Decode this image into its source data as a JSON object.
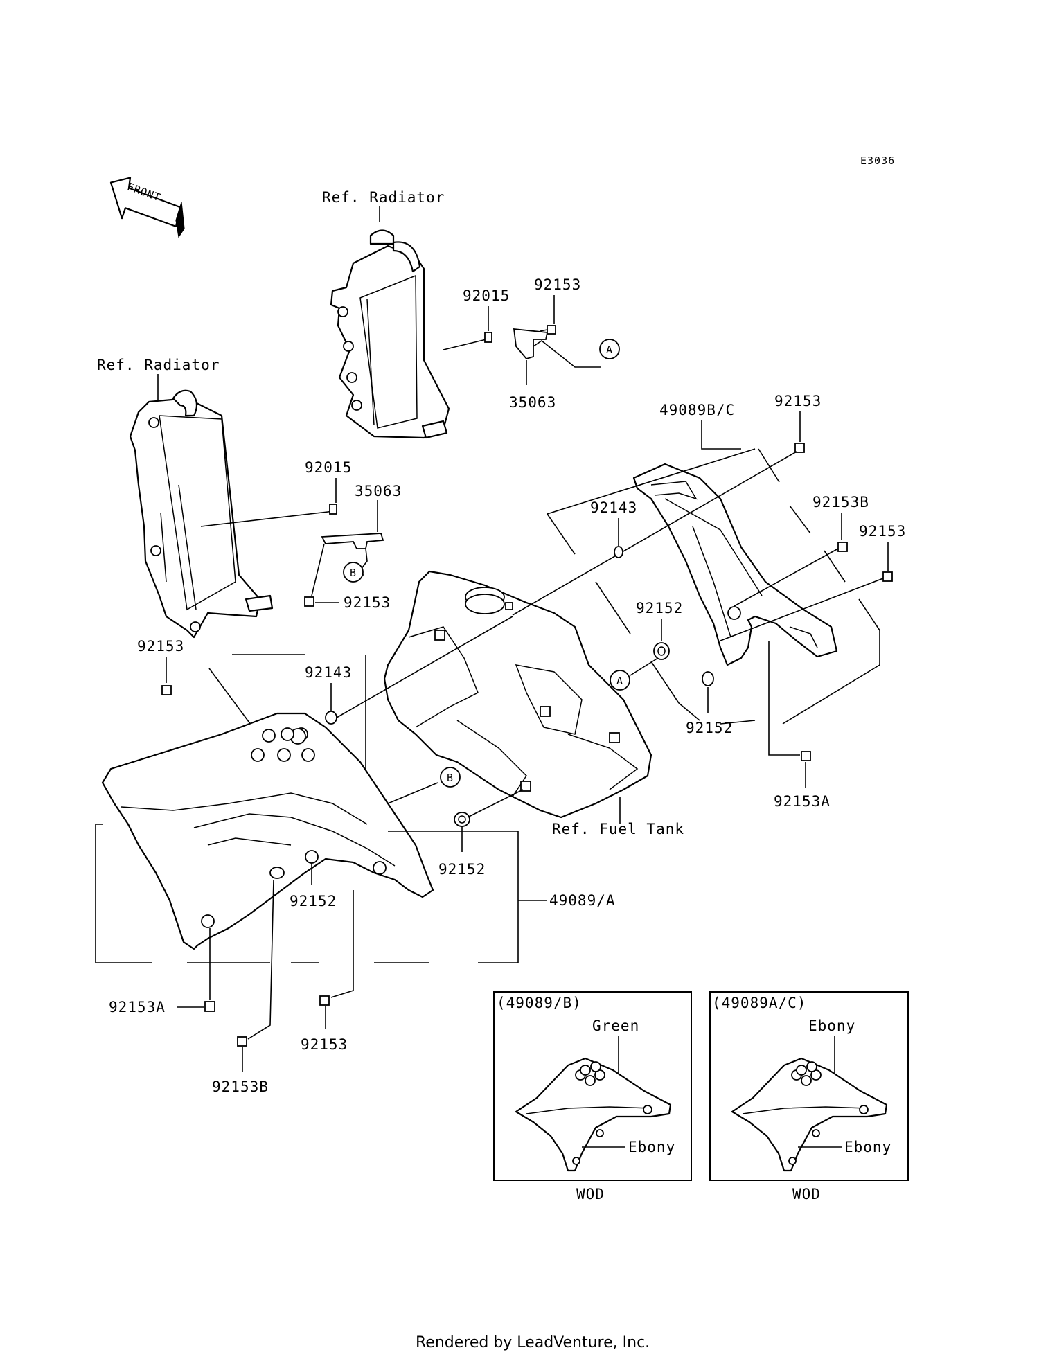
{
  "diagram_id": "E3036",
  "front_label": "FRONT",
  "ref_labels": {
    "radiator_upper": "Ref. Radiator",
    "radiator_left": "Ref. Radiator",
    "fuel_tank": "Ref. Fuel Tank"
  },
  "callouts": {
    "a_upper": "A",
    "b_left": "B",
    "a_mid": "A",
    "b_mid": "B"
  },
  "parts": {
    "p92015_top": "92015",
    "p92153_top": "92153",
    "p35063_top": "35063",
    "p49089bc": "49089B/C",
    "p92153_rt": "92153",
    "p92153b_rt": "92153B",
    "p92153_far": "92153",
    "p92143_rt": "92143",
    "p92015_left": "92015",
    "p35063_left": "35063",
    "p92153_left": "92153",
    "p92152_rt": "92152",
    "p92152_rt2": "92152",
    "p92153a_rt": "92153A",
    "p92153_ll": "92153",
    "p92143_left": "92143",
    "p92152_mid": "92152",
    "p92152_low": "92152",
    "p49089a": "49089/A",
    "p92153a_bl": "92153A",
    "p92153_bot": "92153",
    "p92153b_bot": "92153B"
  },
  "inset_b": {
    "title": "(49089/B)",
    "top_color": "Green",
    "bottom_color": "Ebony",
    "code": "WOD"
  },
  "inset_ac": {
    "title": "(49089A/C)",
    "top_color": "Ebony",
    "bottom_color": "Ebony",
    "code": "WOD"
  },
  "footer": "Rendered by LeadVenture, Inc."
}
